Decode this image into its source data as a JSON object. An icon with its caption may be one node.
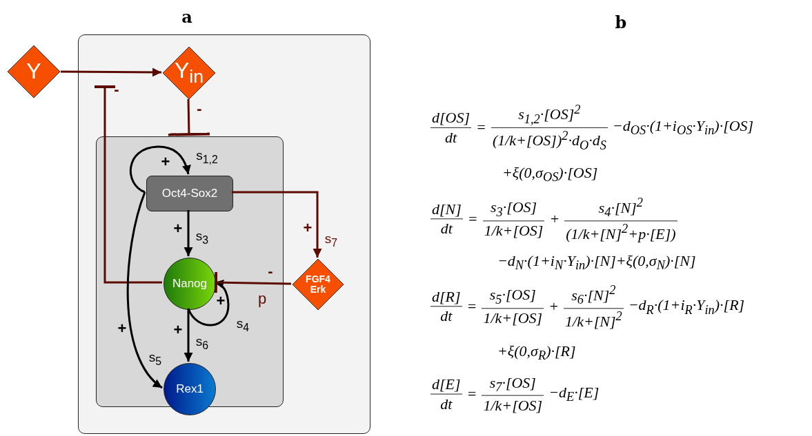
{
  "diagram": {
    "nodes": [
      {
        "text": [],
        "shape": "box"
      },
      {
        "text": [
          "Y"
        ]
      },
      {
        "text": [
          "Y$_{in}$"
        ],
        "in": 0
      },
      {
        "text": [],
        "shape": "box",
        "in": 0
      },
      {
        "text": [
          "Oct4-Sox2"
        ],
        "in": 3
      },
      {
        "text": [
          "Nanog"
        ],
        "in": 3
      },
      {
        "text": [
          "FGF4 Erk"
        ],
        "in": 0
      },
      {
        "text": [
          "Rex1"
        ],
        "in": 3
      }
    ],
    "edges": [
      {
        "from": 1,
        "to": 2,
        "arrow": "to",
        "color": "#5c0a00"
      },
      {
        "from": 2,
        "to": 3,
        "arrow": "other",
        "label": "-",
        "color": "#5c0a00"
      },
      {
        "from": 5,
        "to": null,
        "arrow": "other",
        "label": "-",
        "color": "#5c0a00"
      },
      {
        "from": 4,
        "to": 4,
        "arrow": "to",
        "label": "+",
        "color": "#000000"
      },
      {
        "from": 4,
        "to": 5,
        "arrow": "to",
        "label": "+",
        "color": "#000000"
      },
      {
        "from": 4,
        "to": 6,
        "arrow": "to",
        "label": "+",
        "color": "#5c0a00"
      },
      {
        "from": 5,
        "to": 5,
        "arrow": "to",
        "label": "+",
        "color": "#000000"
      },
      {
        "from": 5,
        "to": 7,
        "arrow": "to",
        "label": "+",
        "color": "#000000"
      },
      {
        "from": 4,
        "to": 7,
        "arrow": "to",
        "label": "+",
        "color": "#000000"
      },
      {
        "from": 6,
        "to": 5,
        "arrow": "other",
        "label": "-",
        "color": "#5c0a00"
      }
    ],
    "labels": [
      "a",
      "b",
      "s$_{1,2}$",
      "s$_{3}$",
      "s$_{7}$",
      "p",
      "s$_{4}$",
      "s$_{6}$",
      "s$_{5}$",
      "d[OS]",
      "dt",
      "=",
      "s$_{1,2}$·[OS]$^{2}$",
      "(1/k+[OS])$^{2}$·d$_{O}$·d$_{S}$",
      "−d$_{OS}$·(1+i$_{OS}$·Y$_{in}$)·[OS]",
      "+ξ(0,σ$_{OS}$)·[OS]",
      "d[N]",
      "dt",
      "=",
      "s$_{3}$·[OS]",
      "1/k+[OS]",
      "+",
      "s$_{4}$·[N]$^{2}$",
      "(1/k+[N]$^{2}$+p·[E])",
      "−d$_{N}$·(1+i$_{N}$·Y$_{in}$)·[N]+ξ(0,σ$_{N}$)·[N]",
      "d[R]",
      "dt",
      "=",
      "s$_{5}$·[OS]",
      "1/k+[OS]",
      "+",
      "s$_{6}$·[N]$^{2}$",
      "1/k+[N]$^{2}$",
      "−d$_{R}$·(1+i$_{R}$·Y$_{in}$)·[R]",
      "+ξ(0,σ$_{R}$)·[R]",
      "d[E]",
      "dt",
      "=",
      "s$_{7}$·[OS]",
      "1/k+[OS]",
      "−d$_{E}$·[E]"
    ]
  }
}
